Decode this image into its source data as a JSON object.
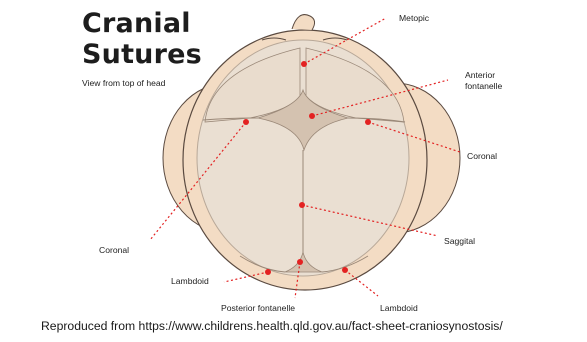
{
  "title_line1": "Cranial",
  "title_line2": "Sutures",
  "subtitle": "View from top of head",
  "labels": {
    "metopic": "Metopic",
    "anterior_fontanelle_1": "Anterior",
    "anterior_fontanelle_2": "fontanelle",
    "coronal_right": "Coronal",
    "coronal_left": "Coronal",
    "saggital": "Saggital",
    "lambdoid_left": "Lambdoid",
    "lambdoid_right": "Lambdoid",
    "posterior_fontanelle": "Posterior fontanelle"
  },
  "credit": "Reproduced from https://www.childrens.health.qld.gov.au/fact-sheet-craniosynostosis/",
  "colors": {
    "skin": "#f3dcc4",
    "skull": "#eadfd2",
    "suture_fill": "#d4c2b0",
    "line": "#9a8878",
    "marker": "#e32222"
  }
}
